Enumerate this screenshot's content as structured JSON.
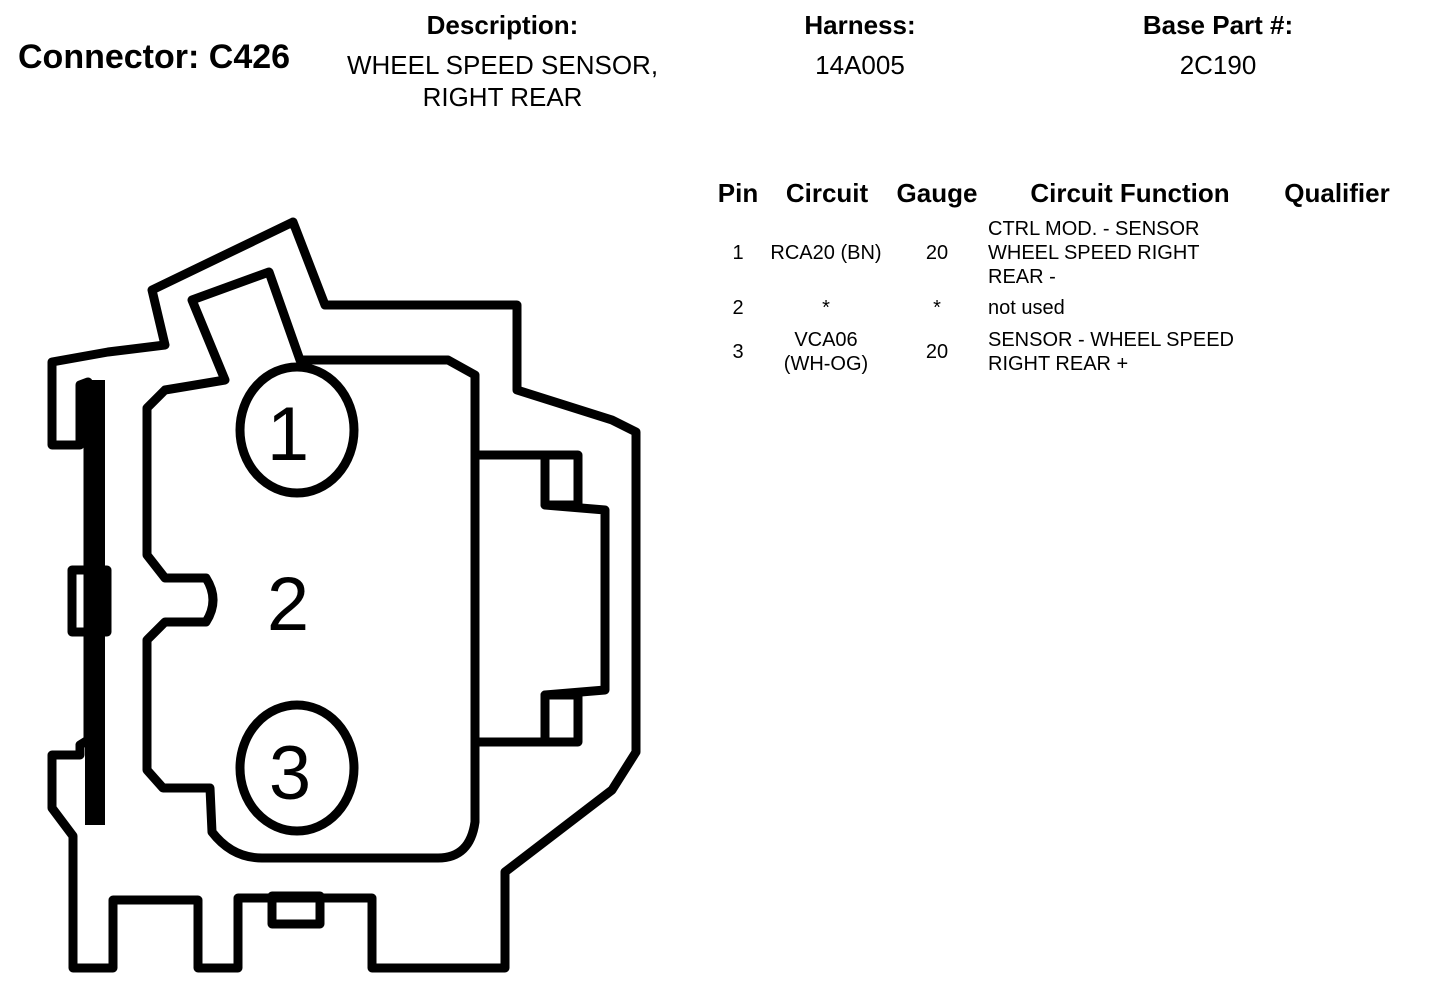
{
  "connector": {
    "title": "Connector: C426"
  },
  "header": {
    "description_label": "Description:",
    "description_lines": [
      "WHEEL SPEED SENSOR,",
      "RIGHT REAR"
    ],
    "harness_label": "Harness:",
    "harness_value": "14A005",
    "base_part_label": "Base Part #:",
    "base_part_value": "2C190"
  },
  "table": {
    "columns": [
      "Pin",
      "Circuit",
      "Gauge",
      "Circuit Function",
      "Qualifier"
    ],
    "rows": [
      {
        "pin": "1",
        "circuit": [
          "RCA20 (BN)"
        ],
        "gauge": "20",
        "function": [
          "CTRL MOD. - SENSOR",
          "WHEEL SPEED RIGHT",
          "REAR -"
        ],
        "qualifier": ""
      },
      {
        "pin": "2",
        "circuit": [
          "*"
        ],
        "gauge": "*",
        "function": [
          "not used"
        ],
        "qualifier": ""
      },
      {
        "pin": "3",
        "circuit": [
          "VCA06",
          "(WH-OG)"
        ],
        "gauge": "20",
        "function": [
          "SENSOR - WHEEL SPEED",
          "RIGHT REAR +"
        ],
        "qualifier": ""
      }
    ]
  },
  "diagram": {
    "pin_labels": [
      "1",
      "2",
      "3"
    ]
  }
}
